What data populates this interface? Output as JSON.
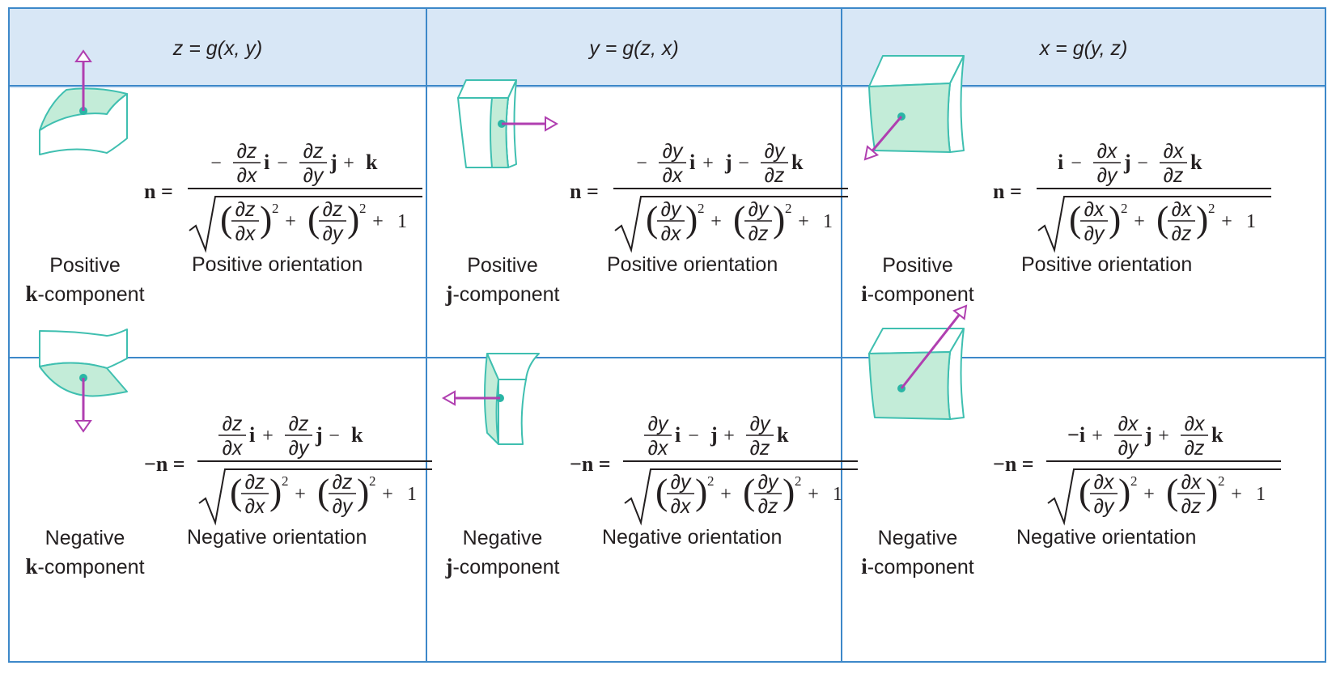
{
  "headers": [
    "z = g(x, y)",
    "y = g(z, x)",
    "x = g(y, z)"
  ],
  "rows": [
    {
      "key": "positive",
      "orientation": "Positive orientation",
      "sign_lhs": "n",
      "cells": [
        {
          "label_line1": "Positive",
          "label_bold": "k",
          "label_rest": "-component",
          "numerator": [
            "−",
            "∂z/∂x",
            "i",
            "−",
            "∂z/∂y",
            "j",
            "+",
            "k"
          ],
          "radicand": [
            "(∂z/∂x)²",
            "+",
            "(∂z/∂y)²",
            "+",
            "1"
          ]
        },
        {
          "label_line1": "Positive",
          "label_bold": "j",
          "label_rest": "-component",
          "numerator": [
            "−",
            "∂y/∂x",
            "i",
            "+",
            "j",
            "−",
            "∂y/∂z",
            "k"
          ],
          "radicand": [
            "(∂y/∂x)²",
            "+",
            "(∂y/∂z)²",
            "+",
            "1"
          ]
        },
        {
          "label_line1": "Positive",
          "label_bold": "i",
          "label_rest": "-component",
          "numerator": [
            "i",
            "−",
            "∂x/∂y",
            "j",
            "−",
            "∂x/∂z",
            "k"
          ],
          "radicand": [
            "(∂x/∂y)²",
            "+",
            "(∂x/∂z)²",
            "+",
            "1"
          ]
        }
      ]
    },
    {
      "key": "negative",
      "orientation": "Negative orientation",
      "sign_lhs": "−n",
      "cells": [
        {
          "label_line1": "Negative",
          "label_bold": "k",
          "label_rest": "-component",
          "numerator": [
            "∂z/∂x",
            "i",
            "+",
            "∂z/∂y",
            "j",
            "−",
            "k"
          ],
          "radicand": [
            "(∂z/∂x)²",
            "+",
            "(∂z/∂y)²",
            "+",
            "1"
          ]
        },
        {
          "label_line1": "Negative",
          "label_bold": "j",
          "label_rest": "-component",
          "numerator": [
            "∂y/∂x",
            "i",
            "−",
            "j",
            "+",
            "∂y/∂z",
            "k"
          ],
          "radicand": [
            "(∂y/∂x)²",
            "+",
            "(∂y/∂z)²",
            "+",
            "1"
          ]
        },
        {
          "label_line1": "Negative",
          "label_bold": "i",
          "label_rest": "-component",
          "numerator": [
            "−i",
            "+",
            "∂x/∂y",
            "j",
            "+",
            "∂x/∂z",
            "k"
          ],
          "radicand": [
            "(∂x/∂y)²",
            "+",
            "(∂x/∂z)²",
            "+",
            "1"
          ]
        }
      ]
    }
  ],
  "colors": {
    "border": "#3d88c9",
    "header_bg": "#d8e7f6",
    "surface_stroke": "#3fbfb0",
    "surface_fill": "#c3ecd8",
    "arrow": "#b03fb0",
    "dot": "#2ab5a5"
  }
}
